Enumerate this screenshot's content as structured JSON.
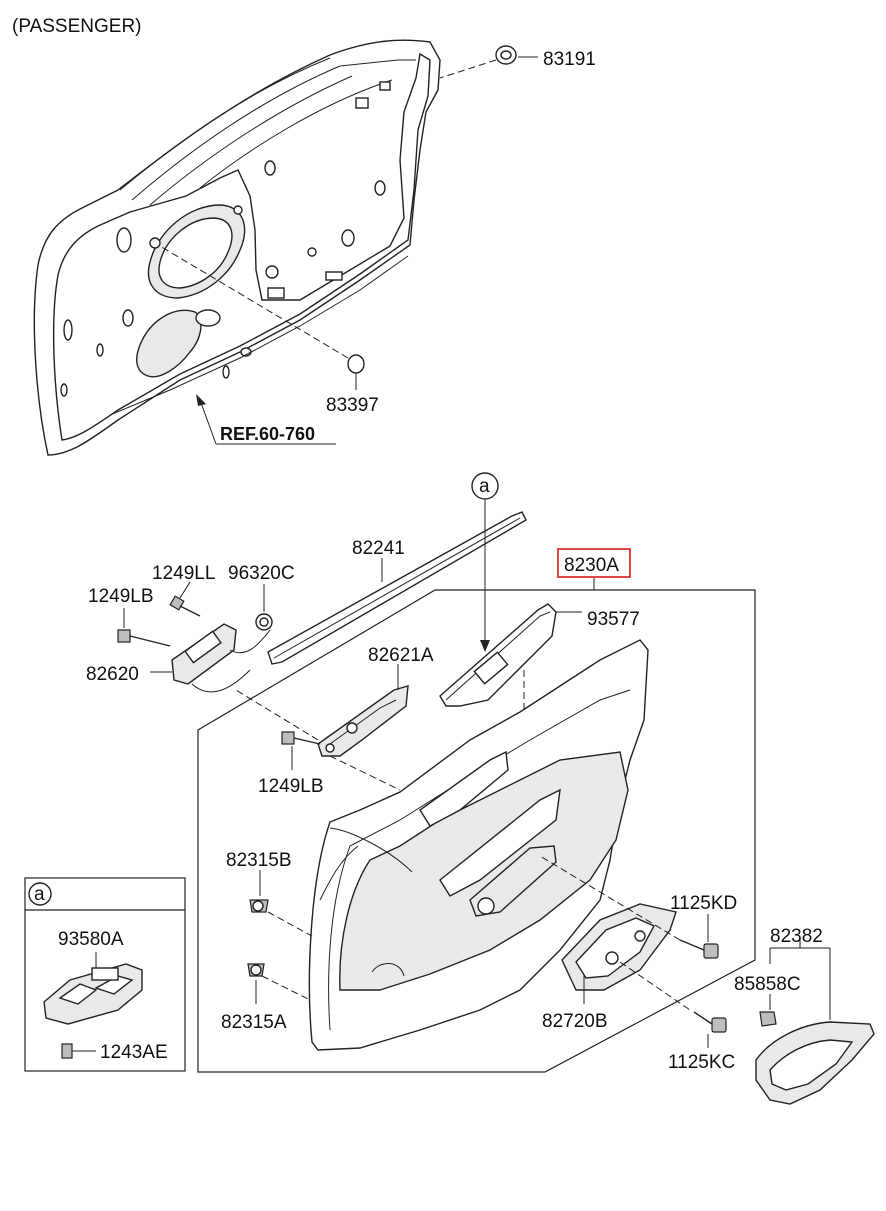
{
  "header": {
    "side_label": "(PASSENGER)"
  },
  "parts": {
    "p83191": "83191",
    "p83397": "83397",
    "ref": "REF.60-760",
    "p82241": "82241",
    "p8230A": "8230A",
    "p93577": "93577",
    "p1249LL": "1249LL",
    "p96320C": "96320C",
    "p1249LB_top": "1249LB",
    "p82620": "82620",
    "p82621A": "82621A",
    "p1249LB_mid": "1249LB",
    "p82315B": "82315B",
    "p82315A": "82315A",
    "p1125KD": "1125KD",
    "p82382": "82382",
    "p85858C": "85858C",
    "p82720B": "82720B",
    "p1125KC": "1125KC"
  },
  "callout": "a",
  "inset": {
    "badge": "a",
    "p93580A": "93580A",
    "p1243AE": "1243AE"
  },
  "colors": {
    "highlight": "#e0191e",
    "line": "#222222"
  }
}
